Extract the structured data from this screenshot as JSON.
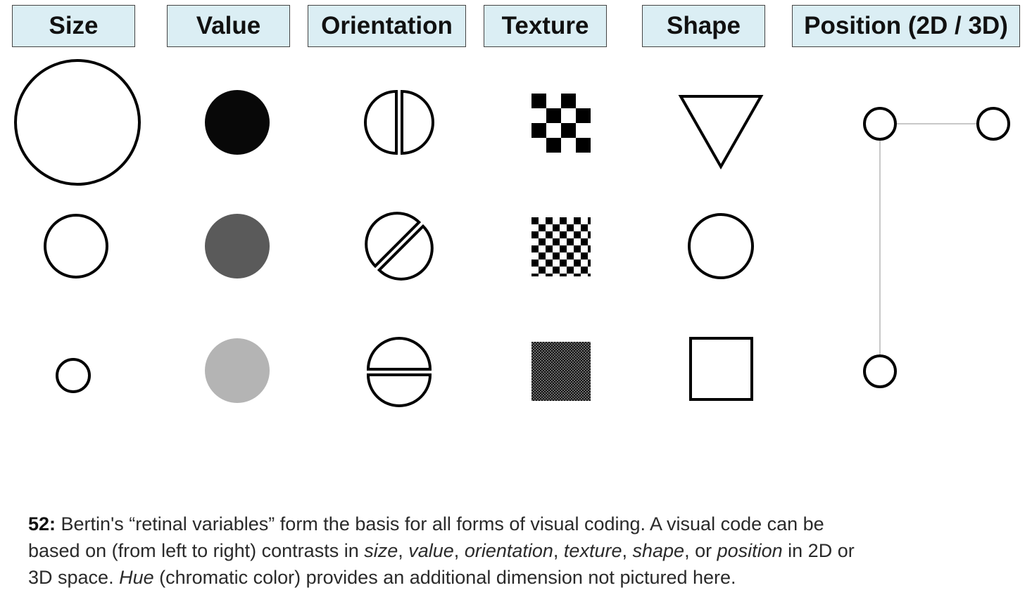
{
  "headers": {
    "size": "Size",
    "value": "Value",
    "orientation": "Orientation",
    "texture": "Texture",
    "shape": "Shape",
    "position": "Position (2D / 3D)"
  },
  "value_fills": [
    "#080808",
    "#5a5a5a",
    "#b4b4b4"
  ],
  "caption": {
    "figure_number": "52:",
    "line1": " Bertin's “retinal variables” form the basis for all forms of visual coding. A visual code can be",
    "line2_pre": "based on (from left to right) contrasts in ",
    "em_size": "size",
    "sep1": ", ",
    "em_value": "value",
    "sep2": ", ",
    "em_orientation": "orientation",
    "sep3": ", ",
    "em_texture": "texture",
    "sep4": ", ",
    "em_shape": "shape",
    "sep5": ", or ",
    "em_position": "position",
    "line2_post": " in 2D or",
    "line3_pre": "3D space. ",
    "em_hue": "Hue",
    "line3_post": " (chromatic color) provides an additional dimension not pictured here."
  }
}
